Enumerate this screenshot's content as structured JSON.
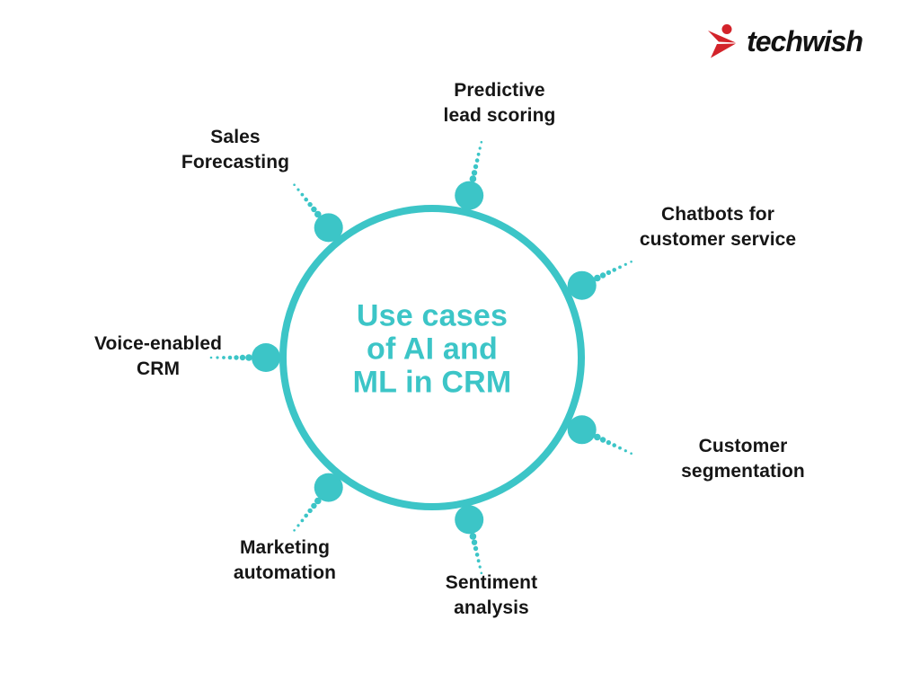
{
  "logo": {
    "text": "techwish",
    "icon_color": "#D3232A",
    "text_color": "#121212"
  },
  "diagram": {
    "accent_color": "#3CC5C7",
    "label_color": "#161616",
    "center_title": "Use cases\nof AI and\nML in CRM",
    "spokes": [
      {
        "label": "Predictive\nlead scoring"
      },
      {
        "label": "Chatbots for\ncustomer service"
      },
      {
        "label": "Customer\nsegmentation"
      },
      {
        "label": "Sentiment\nanalysis"
      },
      {
        "label": "Marketing\nautomation"
      },
      {
        "label": "Voice-enabled\nCRM"
      },
      {
        "label": "Sales\nForecasting"
      }
    ]
  }
}
